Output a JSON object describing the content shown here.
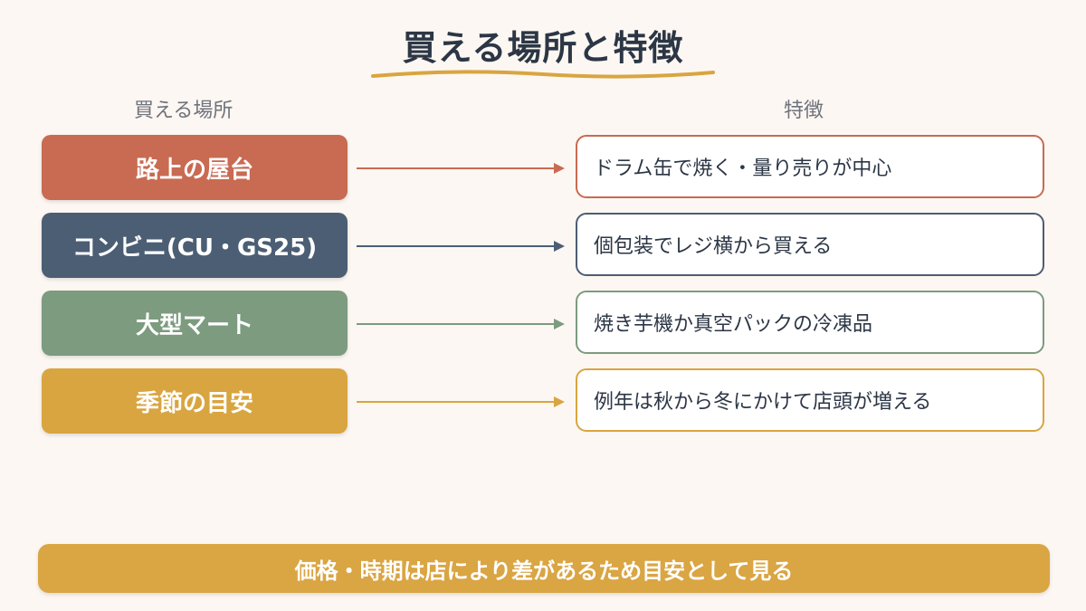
{
  "title": "買える場所と特徴",
  "headers": {
    "place": "買える場所",
    "feature": "特徴"
  },
  "rows": [
    {
      "place": "路上の屋台",
      "feature": "ドラム缶で焼く・量り売りが中心",
      "color": "#c96a52"
    },
    {
      "place": "コンビニ(CU・GS25)",
      "feature": "個包装でレジ横から買える",
      "color": "#4b5e74"
    },
    {
      "place": "大型マート",
      "feature": "焼き芋機か真空パックの冷凍品",
      "color": "#7c9b7f"
    },
    {
      "place": "季節の目安",
      "feature": "例年は秋から冬にかけて店頭が増える",
      "color": "#d9a540"
    }
  ],
  "footer": {
    "text": "価格・時期は店により差があるため目安として見る",
    "color": "#daa543"
  },
  "accent": "#d9a540"
}
